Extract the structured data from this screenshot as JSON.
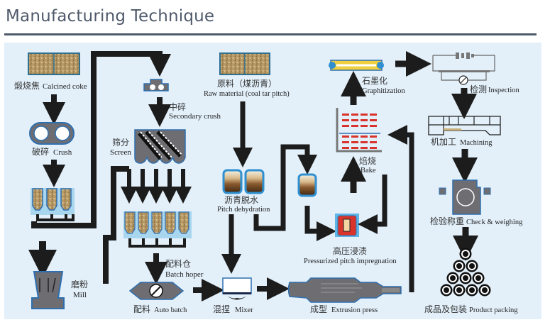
{
  "header": {
    "title": "Manufacturing Technique"
  },
  "colors": {
    "title": "#4f5a6b",
    "panel_bg": "#e3f0fa",
    "arrow": "#1c1c1c",
    "machine_gray": "#6e6e72",
    "machine_border": "#2f6fb0",
    "bake_red": "#d9342b",
    "coke_tan": "#b89a66"
  },
  "steps": {
    "calcined_coke": {
      "cn": "煅烧焦",
      "en": "Calcined coke"
    },
    "crush": {
      "cn": "破碎",
      "en": "Crush"
    },
    "secondary_crush": {
      "cn": "中碎",
      "en": "Secondary crush"
    },
    "screen": {
      "cn": "筛分",
      "en": "Screen"
    },
    "mill": {
      "cn": "磨粉",
      "en": "Mill"
    },
    "batch_hoper": {
      "cn": "配料仓",
      "en": "Batch hoper"
    },
    "auto_batch": {
      "cn": "配料",
      "en": "Auto batch"
    },
    "raw_material": {
      "cn": "原料（煤沥青）",
      "en": "Raw material (coal tar pitch)"
    },
    "pitch_dehydration": {
      "cn": "沥青脱水",
      "en": "Pitch dehydration"
    },
    "mixer": {
      "cn": "混捏",
      "en": "Mixer"
    },
    "extrusion_press": {
      "cn": "成型",
      "en": "Extrusion press"
    },
    "pressurized_impregnation": {
      "cn": "高压浸渍",
      "en": "Pressurized pitch impregnation"
    },
    "bake": {
      "cn": "焙烧",
      "en": "Bake"
    },
    "graphitization": {
      "cn": "石墨化",
      "en": "Graphitization"
    },
    "inspection": {
      "cn": "检测",
      "en": "Inspection"
    },
    "machining": {
      "cn": "机加工",
      "en": "Machining"
    },
    "check_weighing": {
      "cn": "检验称重",
      "en": "Check & weighing"
    },
    "product_packing": {
      "cn": "成品及包装",
      "en": "Product packing"
    }
  }
}
